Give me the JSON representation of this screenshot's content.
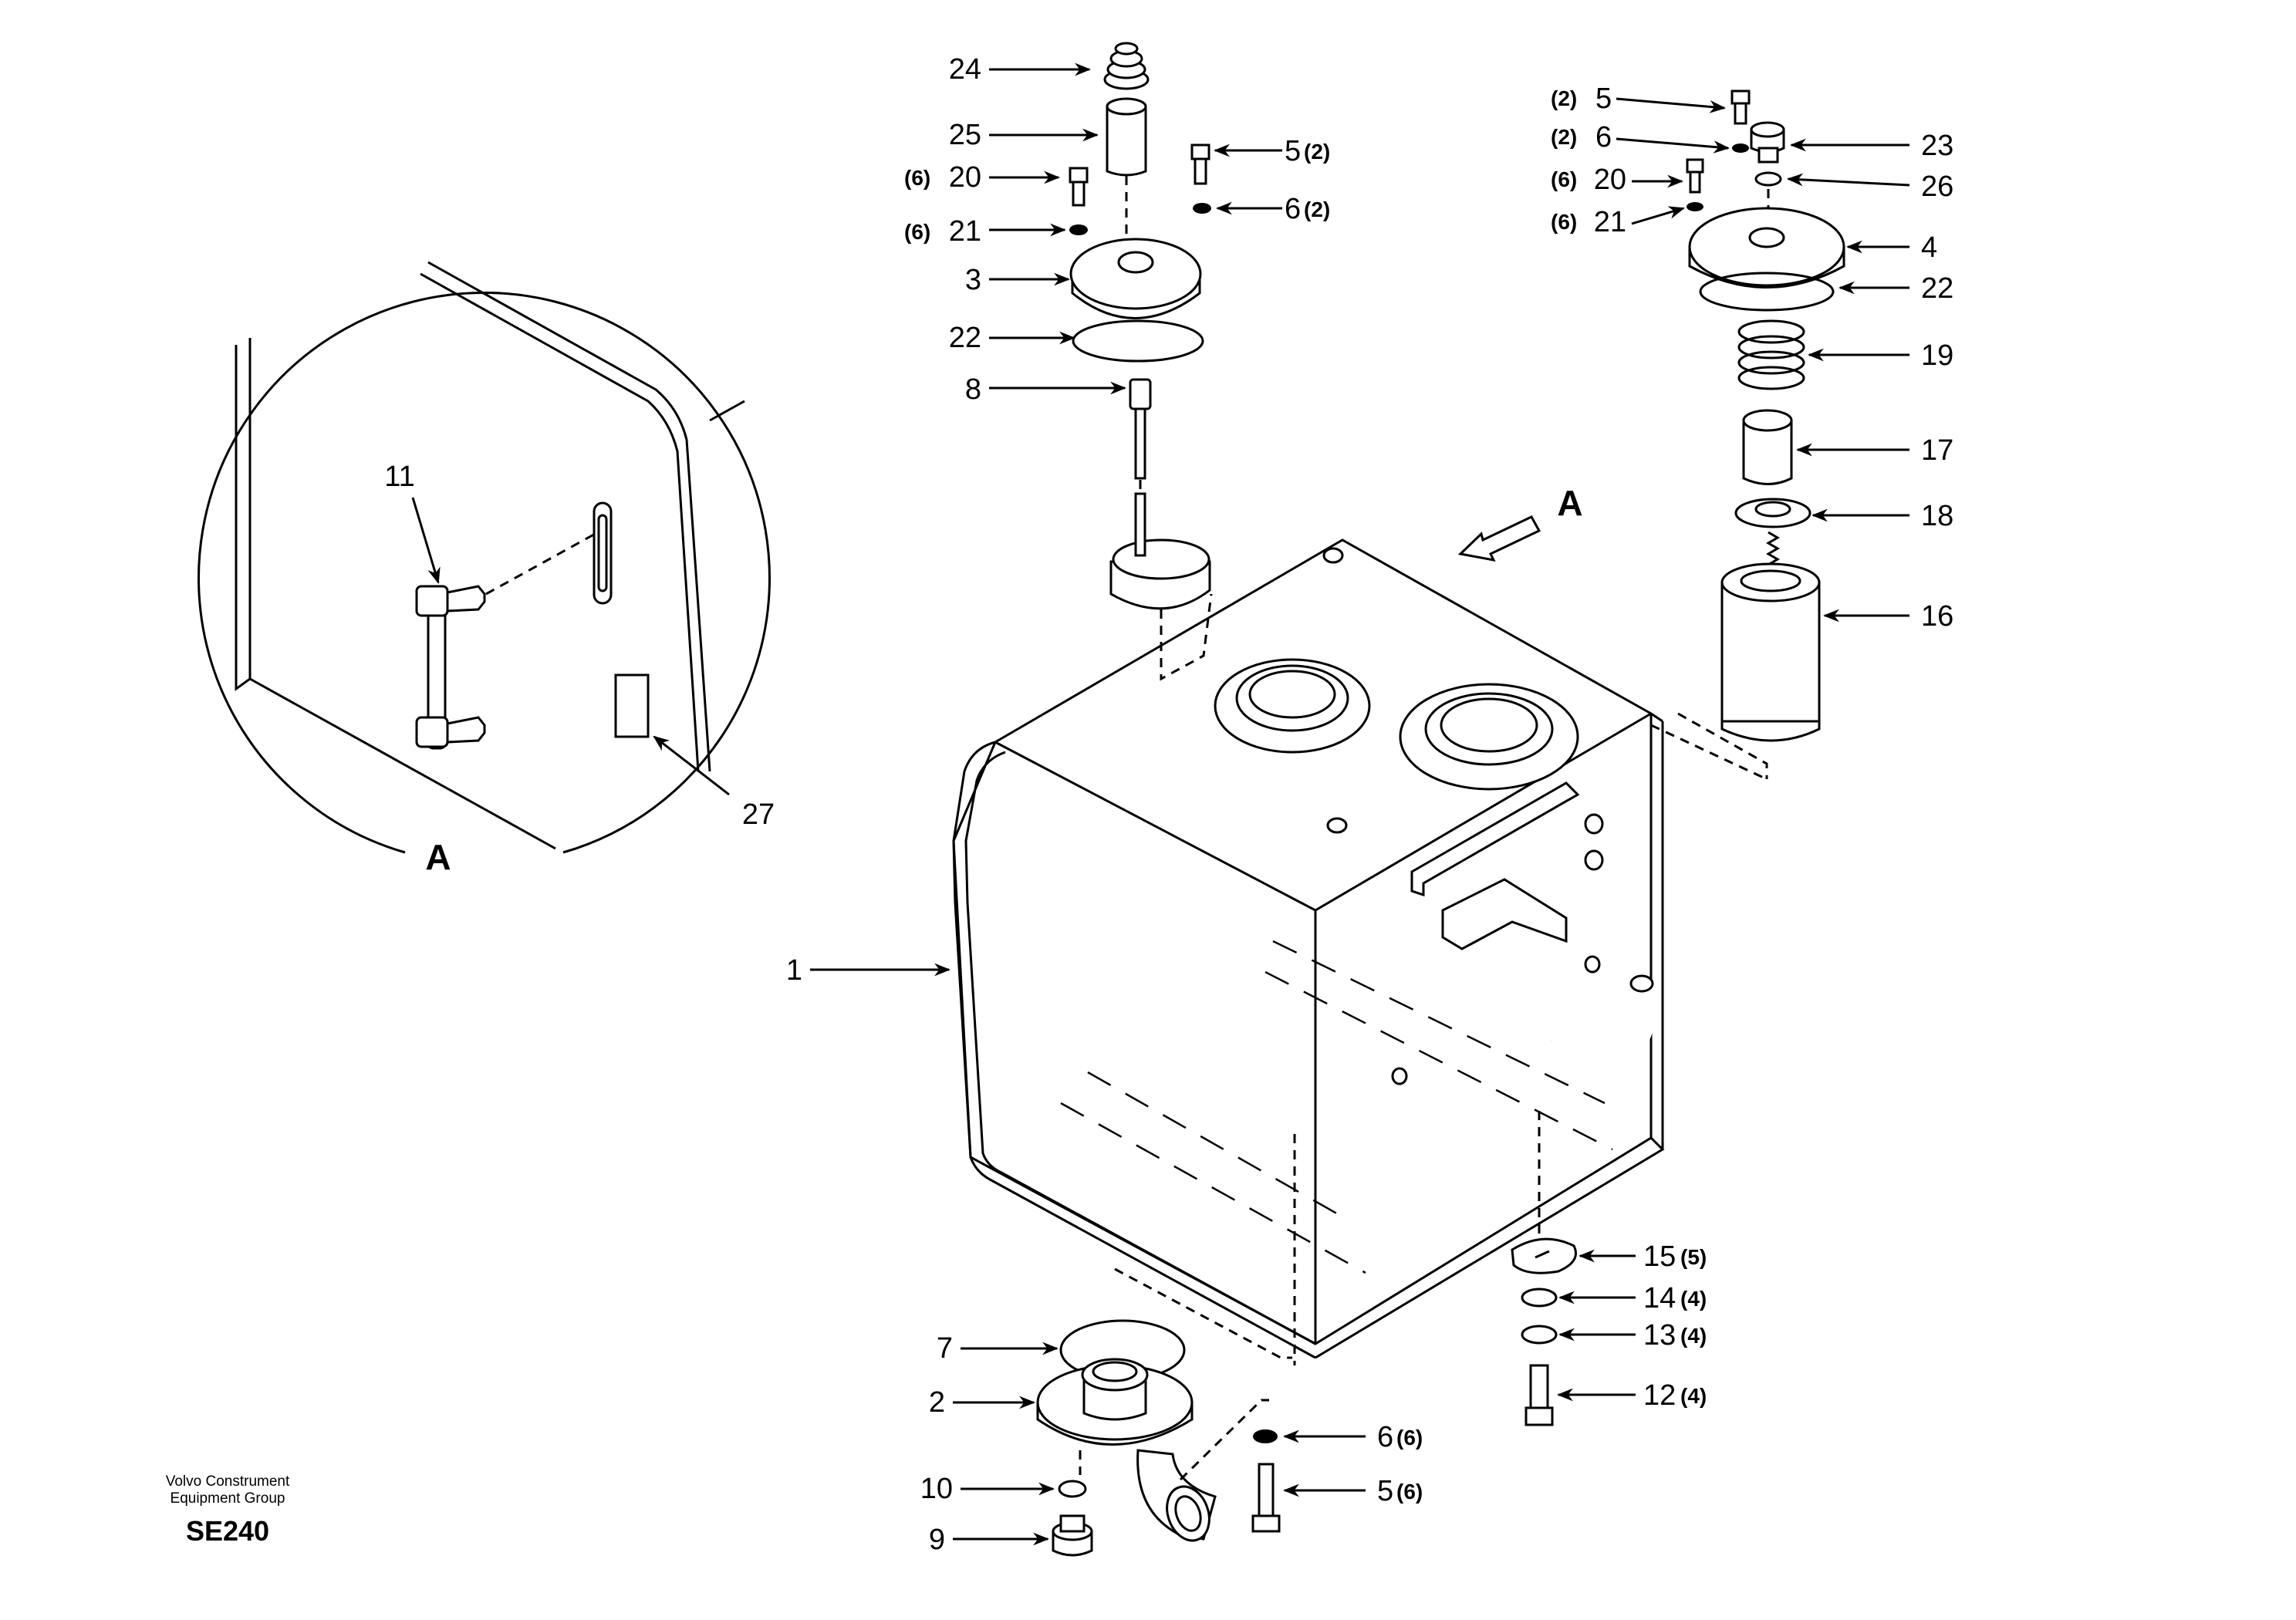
{
  "callouts": {
    "c1": "1",
    "c2": "2",
    "c3": "3",
    "c4": "4",
    "c5a": "5",
    "c5b": "5",
    "c5c": "5",
    "c6a": "6",
    "c6b": "6",
    "c6c": "6",
    "c7": "7",
    "c8": "8",
    "c9": "9",
    "c10": "10",
    "c11": "11",
    "c12": "12",
    "c13": "13",
    "c14": "14",
    "c15": "15",
    "c16": "16",
    "c17": "17",
    "c18": "18",
    "c19": "19",
    "c20a": "20",
    "c20b": "20",
    "c21a": "21",
    "c21b": "21",
    "c22a": "22",
    "c22b": "22",
    "c23": "23",
    "c24": "24",
    "c25": "25",
    "c26": "26",
    "c27": "27"
  },
  "quantities": {
    "q5a": "(2)",
    "q6a": "(2)",
    "q5b": "(2)",
    "q6b": "(2)",
    "q20a": "(6)",
    "q21a": "(6)",
    "q20b": "(6)",
    "q21b": "(6)",
    "q15": "(5)",
    "q14": "(4)",
    "q13": "(4)",
    "q12": "(4)",
    "q6c": "(6)",
    "q5c": "(6)"
  },
  "view_labels": {
    "arrow": "A",
    "detail": "A"
  },
  "footer": {
    "org_line1": "Volvo Construment",
    "org_line2": "Equipment Group",
    "code": "SE240"
  }
}
